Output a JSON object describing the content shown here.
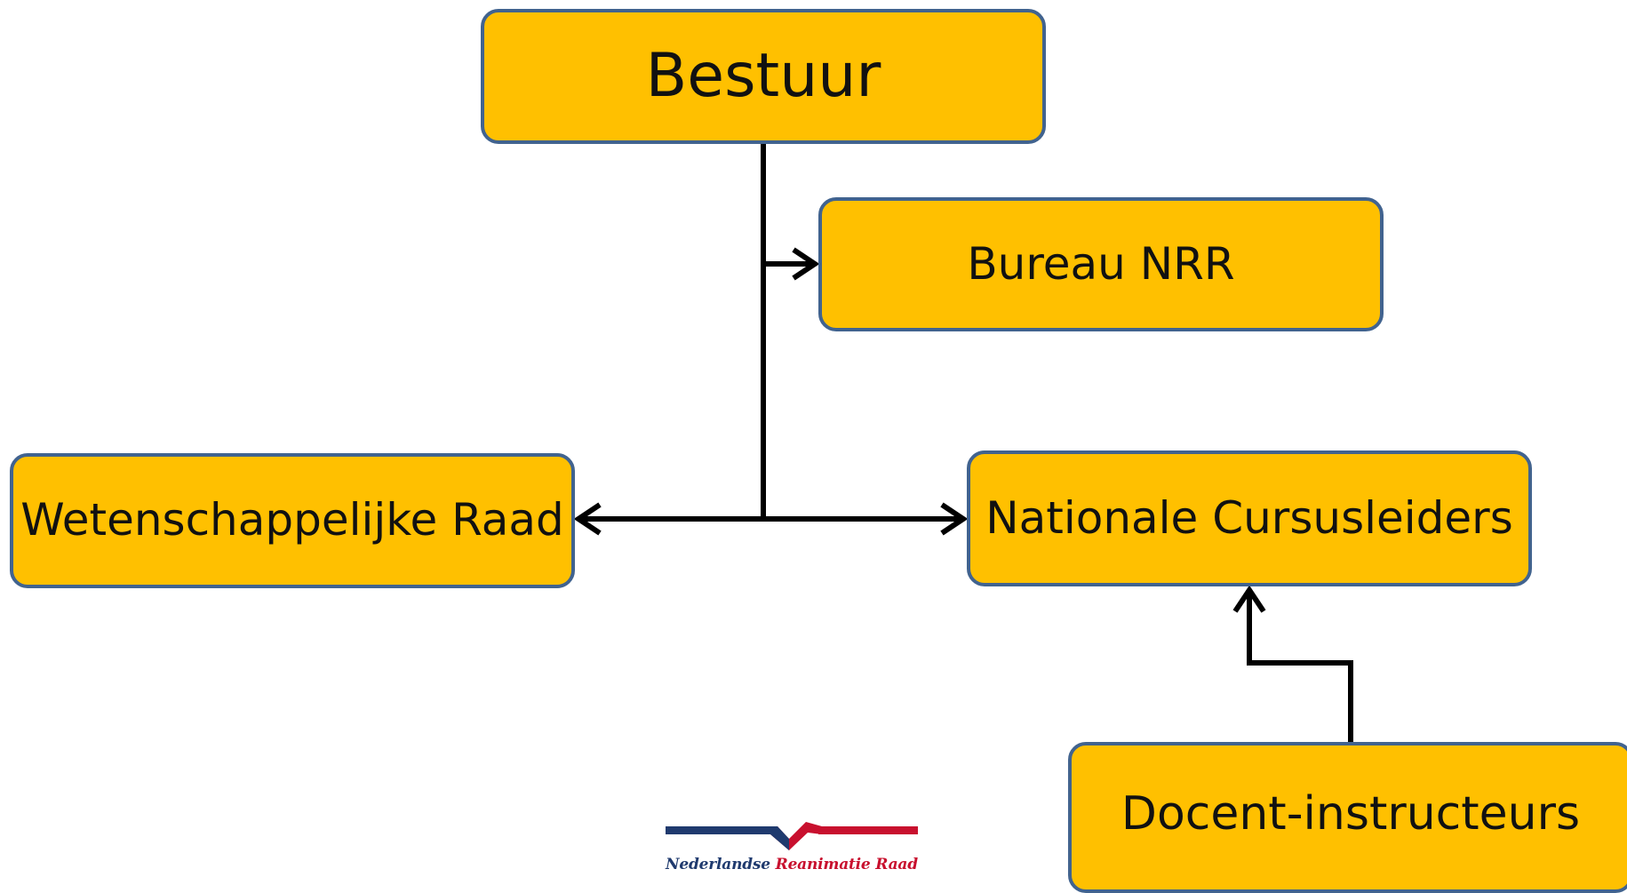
{
  "diagram": {
    "nodes": {
      "bestuur": "Bestuur",
      "bureau": "Bureau NRR",
      "wetenschappelijke_raad": "Wetenschappelijke Raad",
      "nationale_cursusleiders": "Nationale Cursusleiders",
      "docent_instructeurs": "Docent-instructeurs"
    },
    "edges": [
      {
        "from": "Bestuur",
        "to": "Bureau NRR"
      },
      {
        "from": "Bestuur",
        "to": "Wetenschappelijke Raad"
      },
      {
        "from": "Bestuur",
        "to": "Nationale Cursusleiders"
      },
      {
        "from": "Docent-instructeurs",
        "to": "Nationale Cursusleiders"
      }
    ]
  },
  "logo": {
    "word1": "Nederlandse",
    "word2": "Reanimatie Raad"
  },
  "colors": {
    "box_fill": "#ffc000",
    "box_border": "#41638f",
    "connector": "#000000",
    "logo_blue": "#1f3a6e",
    "logo_red": "#c8102e"
  }
}
